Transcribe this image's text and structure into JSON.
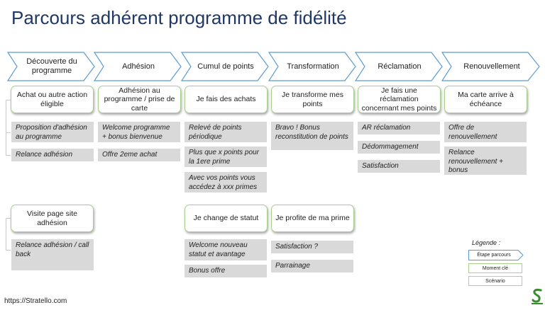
{
  "title": "Parcours adhérent programme de fidélité",
  "stages": [
    "Découverte du programme",
    "Adhésion",
    "Cumul de points",
    "Transformation",
    "Réclamation",
    "Renouvellement"
  ],
  "moments_top": [
    "Achat ou autre action éligible",
    "Adhésion au programme / prise de carte",
    "Je fais des achats",
    "Je transforme mes points",
    "Je fais une réclamation concernant mes points",
    "Ma carte arrive à échéance"
  ],
  "scenarios_top": {
    "decouverte": [
      "Proposition d'adhésion au programme",
      "Relance adhésion"
    ],
    "adhesion": [
      "Welcome programme + bonus bienvenue",
      "Offre 2eme achat"
    ],
    "cumul": [
      "Relevé de points périodique",
      "Plus que x points pour la 1ere prime",
      "Avec vos points vous accédez à xxx primes"
    ],
    "transformation": [
      "Bravo ! Bonus reconstitution de points"
    ],
    "reclamation": [
      "AR réclamation",
      "Dédommagement",
      "Satisfaction"
    ],
    "renouvellement": [
      "Offre de renouvellement",
      "Relance renouvellement + bonus"
    ]
  },
  "moments_bottom": {
    "decouverte": "Visite page site adhésion",
    "cumul": "Je change de statut",
    "transformation": "Je profite de ma prime"
  },
  "scenarios_bottom": {
    "decouverte": [
      "Relance adhésion / call back"
    ],
    "cumul": [
      "Welcome nouveau statut et avantage",
      "Bonus offre"
    ],
    "transformation": [
      "Satisfaction ?",
      "Parrainage"
    ]
  },
  "legend": {
    "title": "Légende :",
    "stage": "Étape parcours",
    "moment": "Moment clé",
    "scenario": "Scénario"
  },
  "footer": "https://Stratello.com",
  "colors": {
    "title": "#1f3864",
    "stage_border": "#5b9bd5",
    "moment_border": "#a8d08d",
    "scenario_fill": "#d9d9d9"
  }
}
